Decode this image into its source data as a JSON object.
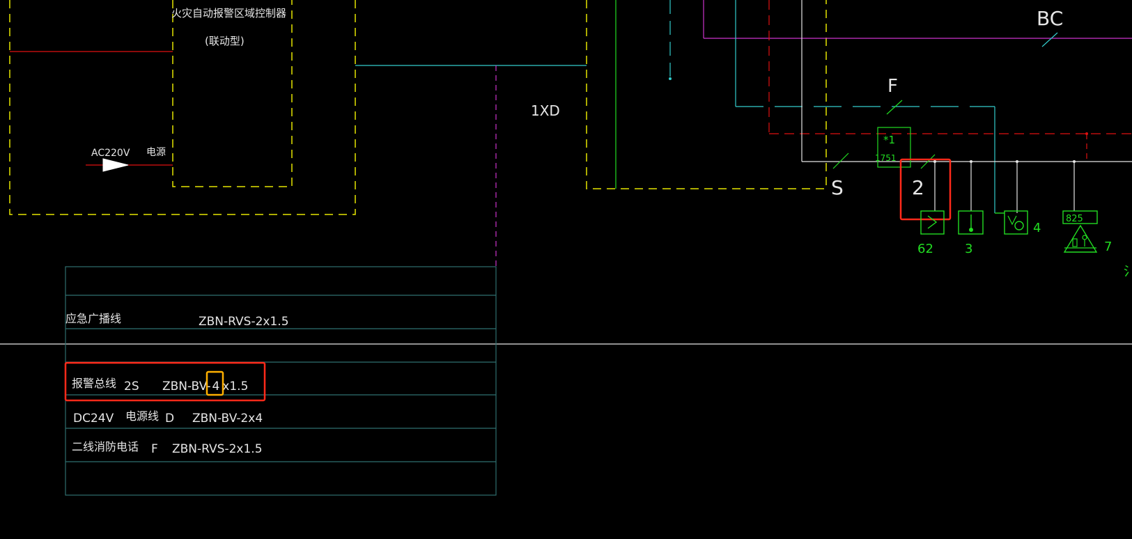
{
  "colors": {
    "background": "#000000",
    "yellow": "#e6e600",
    "cyan": "#33cccc",
    "magenta": "#cc33cc",
    "red": "#e01010",
    "white": "#e6e6e6",
    "green": "#22dd22",
    "teal_table": "#2f6f6f",
    "highlight_red": "#ff2a1a",
    "highlight_orange": "#ffb000"
  },
  "controller": {
    "title": "火灾自动报警区域控制器",
    "subtitle": "(联动型)",
    "power_label": "AC220V",
    "power_name": "电源"
  },
  "labels": {
    "xd": "1XD",
    "bc": "BC",
    "f": "F",
    "s": "S",
    "module_star": "*1",
    "module_code": "1751",
    "highlight_num": "2",
    "dev_62": "62",
    "dev_3": "3",
    "dev_4": "4",
    "dev_825": "825",
    "dev_7": "7",
    "edge_glyph": "氵"
  },
  "legend": {
    "rows": [
      {
        "name": "应急广播线",
        "code": "",
        "spec": "ZBN-RVS-2x1.5"
      },
      {
        "name": "报警总线",
        "code": "2S",
        "spec_pre": "ZBN-BV-",
        "spec_hl": "4",
        "spec_post": "x1.5"
      },
      {
        "name": "电源线",
        "prefix": "DC24V",
        "code": "D",
        "spec": "ZBN-BV-2x4"
      },
      {
        "name": "二线消防电话",
        "code": "F",
        "spec": "ZBN-RVS-2x1.5"
      }
    ]
  }
}
